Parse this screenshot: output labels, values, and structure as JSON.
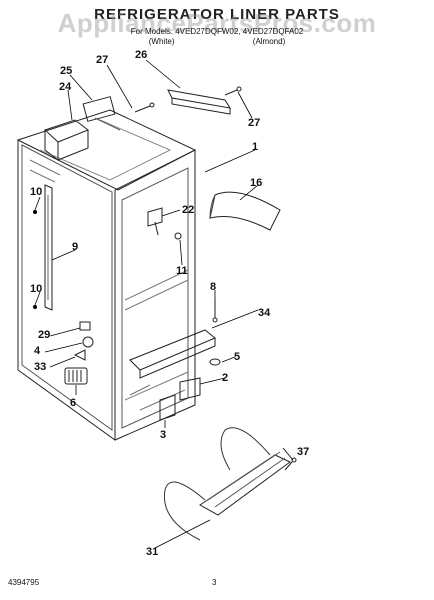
{
  "header": {
    "title": "REFRIGERATOR LINER PARTS",
    "watermark": "AppliancePartsPros.com",
    "models_line": "For Models: 4VED27DQFW02, 4VED27DQFA02",
    "color_white": "(White)",
    "color_almond": "(Almond)"
  },
  "callouts": {
    "c1": "1",
    "c2": "2",
    "c3": "3",
    "c4": "4",
    "c5": "5",
    "c6": "6",
    "c8": "8",
    "c9": "9",
    "c10a": "10",
    "c10b": "10",
    "c11": "11",
    "c16": "16",
    "c22": "22",
    "c24": "24",
    "c25": "25",
    "c26": "26",
    "c27a": "27",
    "c27b": "27",
    "c29": "29",
    "c31": "31",
    "c33": "33",
    "c34": "34",
    "c37": "37"
  },
  "footer": {
    "doc_number": "4394795",
    "page": "3"
  }
}
